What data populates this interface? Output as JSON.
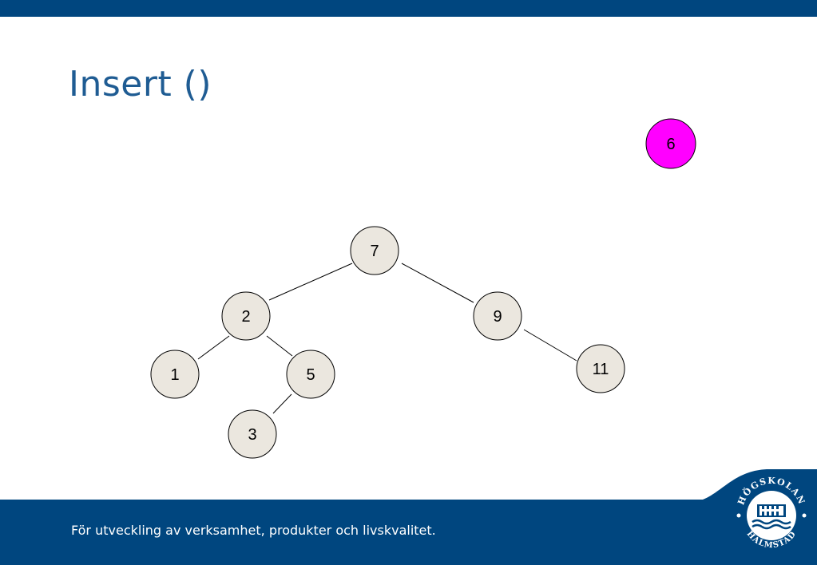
{
  "slide": {
    "title": "Insert ()",
    "footer": "För utveckling av verksamhet, produkter och livskvalitet.",
    "colors": {
      "header_bar": "#00467f",
      "title": "#1f5c93",
      "node_fill": "#ebe7df",
      "new_node_fill": "#ff00ff"
    }
  },
  "logo": {
    "top_text": "HÖGSKOLAN",
    "bottom_text": "HALMSTAD"
  },
  "tree": {
    "nodes": [
      {
        "id": "n7",
        "label": "7"
      },
      {
        "id": "n2",
        "label": "2"
      },
      {
        "id": "n9",
        "label": "9"
      },
      {
        "id": "n1",
        "label": "1"
      },
      {
        "id": "n5",
        "label": "5"
      },
      {
        "id": "n11",
        "label": "11"
      },
      {
        "id": "n3",
        "label": "3"
      }
    ],
    "edges": [
      [
        "n7",
        "n2"
      ],
      [
        "n7",
        "n9"
      ],
      [
        "n2",
        "n1"
      ],
      [
        "n2",
        "n5"
      ],
      [
        "n9",
        "n11"
      ],
      [
        "n5",
        "n3"
      ]
    ],
    "new_node": {
      "id": "n6",
      "label": "6"
    }
  }
}
